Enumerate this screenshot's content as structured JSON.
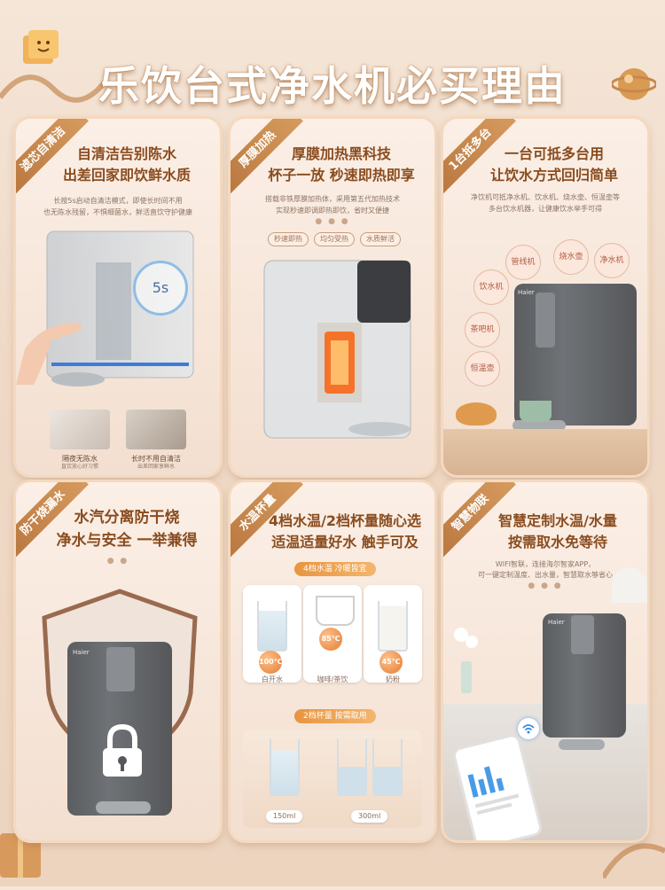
{
  "headline": "乐饮台式净水机必买理由",
  "brand": "Haier",
  "cards": [
    {
      "tag": "滤芯自清洁",
      "title_line1": "自清洁告别陈水",
      "title_line2": "出差回家即饮鲜水质",
      "desc_line1": "长按5s启动自清洁模式，即使长时间不用",
      "desc_line2": "也无陈水残留，不惧细菌水，鲜活直饮守护健康",
      "timer": "5s",
      "thumb1_title": "隔夜无陈水",
      "thumb1_sub": "直饮放心好习惯",
      "thumb2_title": "长时不用自清洁",
      "thumb2_sub": "出差回家享鲜水"
    },
    {
      "tag": "厚膜加热",
      "title_line1": "厚膜加热黑科技",
      "title_line2": "杯子一放 秒速即热即享",
      "desc_line1": "搭载非铁厚膜加热体，采用第五代加热技术",
      "desc_line2": "实现秒速即调即热即饮，省时又便捷",
      "pills": [
        "秒速即热",
        "均匀受热",
        "水质鲜活"
      ]
    },
    {
      "tag": "1台抵多台",
      "title_line1": "一台可抵多台用",
      "title_line2": "让饮水方式回归简单",
      "desc_line1": "净饮机可抵净水机、饮水机、烧水壶、恒温壶等",
      "desc_line2": "多台饮水机器，让健康饮水举手可得",
      "bubbles": [
        "管线机",
        "烧水壶",
        "净水机",
        "饮水机",
        "茶吧机",
        "恒温壶"
      ]
    },
    {
      "tag": "防干烧漏水",
      "title_line1": "水汽分离防干烧",
      "title_line2": "净水与安全 一举兼得"
    },
    {
      "tag": "水温杯量",
      "title_line1": "4档水温/2档杯量随心选",
      "title_line2": "适温适量好水 触手可及",
      "temp_bar": "4档水温  冷暖皆宜",
      "temps": [
        {
          "value": "100℃",
          "label": "白开水"
        },
        {
          "value": "85℃",
          "label": "咖啡/茶饮"
        },
        {
          "value": "45℃",
          "label": "奶粉"
        }
      ],
      "cup_bar": "2档杯量  按需取用",
      "cups": [
        "150ml",
        "300ml"
      ]
    },
    {
      "tag": "智慧物联",
      "title_line1": "智慧定制水温/水量",
      "title_line2": "按需取水免等待",
      "desc_line1": "WIFI智联，连接海尔智家APP，",
      "desc_line2": "可一键定制温度、出水量，智慧取水够省心"
    }
  ]
}
